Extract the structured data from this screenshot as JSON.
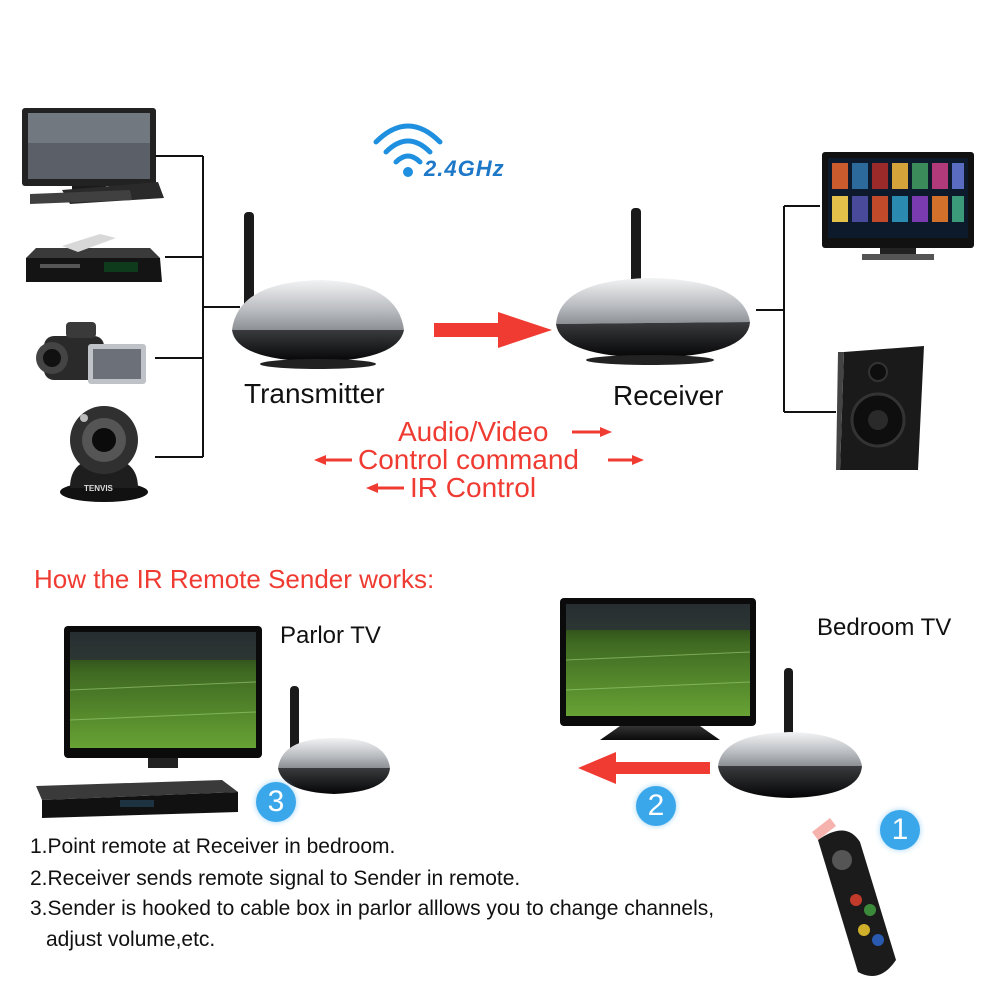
{
  "wireless_badge": {
    "text": "2.4GHz",
    "color": "#1e78c8"
  },
  "top": {
    "transmitter_label": "Transmitter",
    "receiver_label": "Receiver",
    "flows": [
      "Audio/Video",
      "Control command",
      "IR Control"
    ],
    "tenvis_logo": "TENVIS"
  },
  "how_title": "How the IR Remote Sender works:",
  "parlor_label": "Parlor TV",
  "bedroom_label": "Bedroom TV",
  "badges": [
    "1",
    "2",
    "3"
  ],
  "steps": [
    "1.Point remote at Receiver in bedroom.",
    "2.Receiver sends remote signal to Sender in remote.",
    "3.Sender is hooked to cable box in parlor alllows you to change channels,",
    "adjust volume,etc."
  ],
  "colors": {
    "accent_red": "#ef3b32",
    "badge_blue": "#3aa7ea"
  }
}
